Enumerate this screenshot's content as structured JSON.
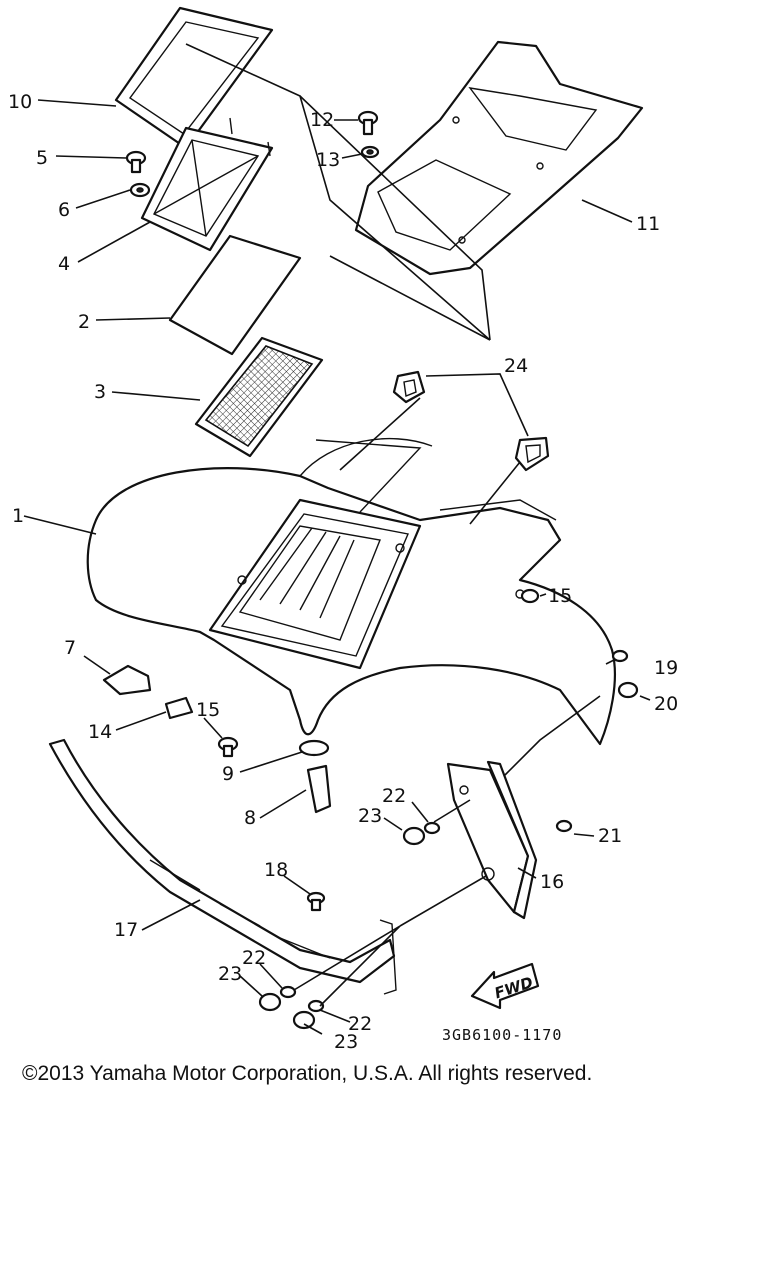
{
  "callouts": {
    "c1": "1",
    "c2": "2",
    "c3": "3",
    "c4": "4",
    "c5": "5",
    "c6": "6",
    "c7": "7",
    "c8": "8",
    "c9": "9",
    "c10": "10",
    "c11": "11",
    "c12": "12",
    "c13": "13",
    "c14": "14",
    "c15a": "15",
    "c15b": "15",
    "c16": "16",
    "c17": "17",
    "c18": "18",
    "c19": "19",
    "c20": "20",
    "c21": "21",
    "c22a": "22",
    "c22b": "22",
    "c22c": "22",
    "c23a": "23",
    "c23b": "23",
    "c23c": "23",
    "c24": "24"
  },
  "fwd_label": "FWD",
  "diagram_code": "3GB6100-1170",
  "copyright": "©2013 Yamaha Motor Corporation, U.S.A. All rights reserved."
}
